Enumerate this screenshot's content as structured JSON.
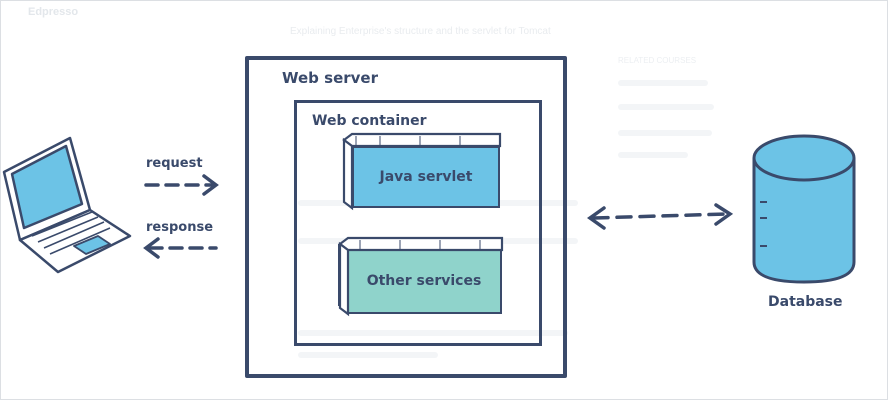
{
  "background_page": {
    "logo_text": "Edpresso",
    "heading": "Explaining Enterprise's structure and the servlet for Tomcat",
    "side_title": "RELATED COURSES"
  },
  "diagram": {
    "web_server_label": "Web server",
    "web_container_label": "Web container",
    "servlet_label": "Java servlet",
    "other_services_label": "Other services",
    "request_label": "request",
    "response_label": "response",
    "database_label": "Database"
  },
  "colors": {
    "stroke": "#3a4a6b",
    "servlet_fill": "#6cc3e6",
    "other_fill": "#8fd3cb",
    "laptop_fill": "#6cc3e6",
    "database_fill": "#6cc3e6"
  },
  "icons": {
    "client": "laptop-icon",
    "database": "database-icon"
  }
}
